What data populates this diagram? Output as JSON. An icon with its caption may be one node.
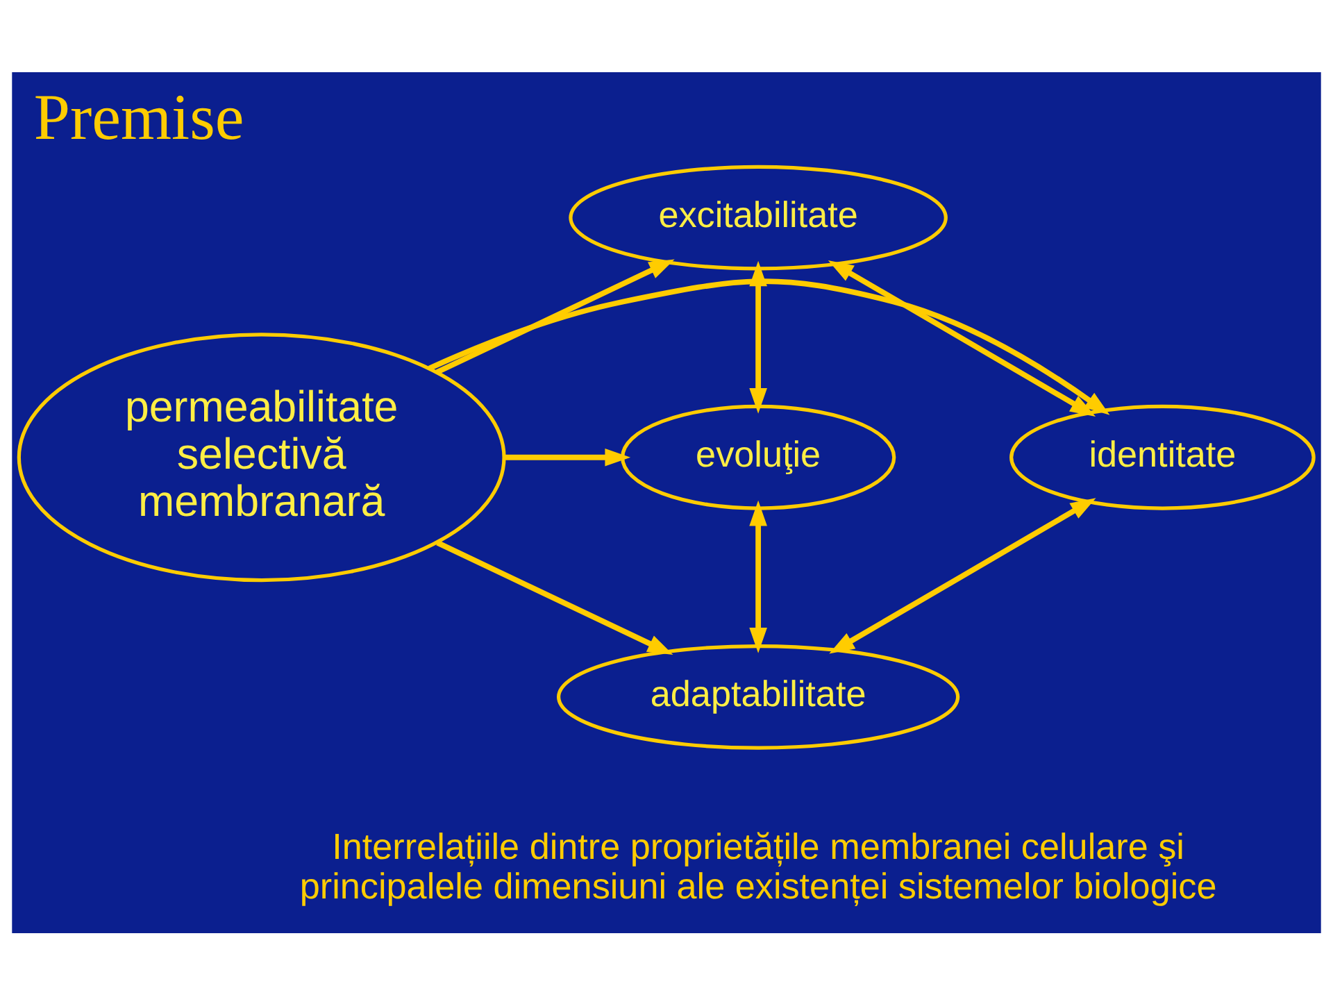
{
  "diagram": {
    "title": "Premise",
    "caption": "Interrelațiile dintre proprietățile membranei celulare şi  principalele dimensiuni ale existenței sistemelor biologice",
    "nodes": [
      {
        "text": [
          "excitabilitate"
        ]
      },
      {
        "text": [
          "identitate"
        ]
      },
      {
        "text": [
          "permeabilitate selectivă membranară"
        ]
      },
      {
        "text": [
          "evoluţie"
        ]
      },
      {
        "text": [
          "adaptabilitate"
        ]
      }
    ],
    "edges": [
      {
        "from": 2,
        "to": 0,
        "arrow": "to"
      },
      {
        "from": 2,
        "to": 1,
        "arrow": "to"
      },
      {
        "from": 2,
        "to": 3,
        "arrow": "to"
      },
      {
        "from": 2,
        "to": 4,
        "arrow": "to"
      },
      {
        "from": 1,
        "to": 0,
        "arrow": "both"
      },
      {
        "from": 0,
        "to": 3,
        "arrow": "both"
      },
      {
        "from": 1,
        "to": 4,
        "arrow": "both"
      },
      {
        "from": 4,
        "to": 3,
        "arrow": "both"
      }
    ]
  }
}
